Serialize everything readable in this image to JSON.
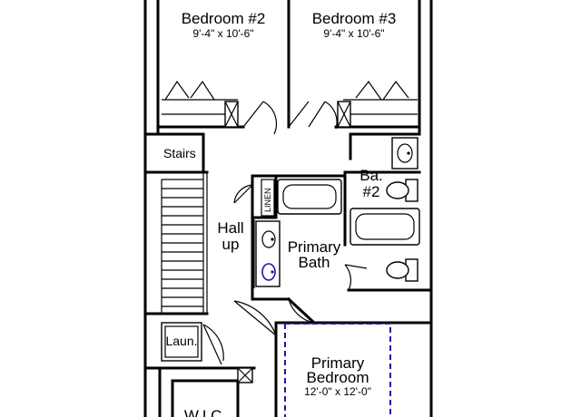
{
  "rooms": {
    "bedroom2": {
      "name": "Bedroom #2",
      "size": "9'-4\" x 10'-6\""
    },
    "bedroom3": {
      "name": "Bedroom #3",
      "size": "9'-4\" x 10'-6\""
    },
    "stairs": "Stairs",
    "hall_line1": "Hall",
    "hall_line2": "up",
    "linen": "LINEN",
    "bath2_line1": "Ba.",
    "bath2_line2": "#2",
    "primary_bath_line1": "Primary",
    "primary_bath_line2": "Bath",
    "laundry": "Laun.",
    "primary_bedroom": {
      "name_line1": "Primary",
      "name_line2": "Bedroom",
      "size": "12'-0\" x 12'-0\""
    },
    "wic": "W.I.C."
  },
  "colors": {
    "walls": "#000000",
    "highlight_dashed": "#1a1aa6",
    "highlight_sink": "#1a1aa6"
  }
}
